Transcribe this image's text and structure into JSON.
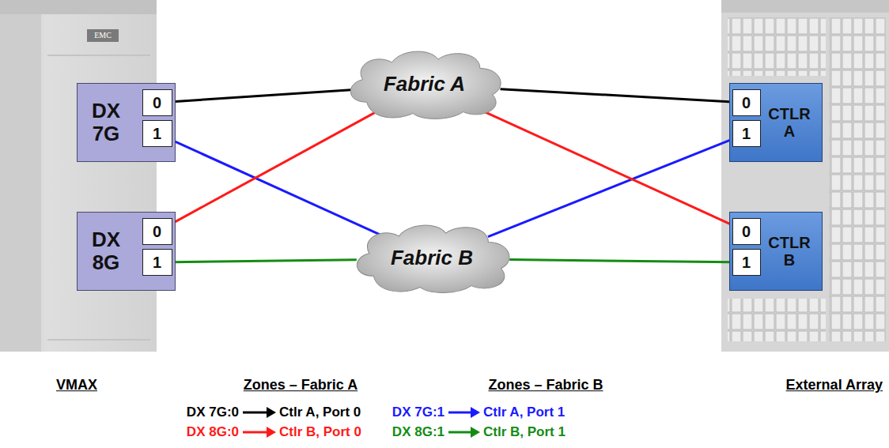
{
  "diagram": {
    "nodes": [
      {
        "text": [
          "DX 7G"
        ]
      },
      {
        "text": [
          "0"
        ],
        "in": 0
      },
      {
        "text": [
          "1"
        ],
        "in": 0
      },
      {
        "text": [
          "DX 8G"
        ]
      },
      {
        "text": [
          "0"
        ],
        "in": 3
      },
      {
        "text": [
          "1"
        ],
        "in": 3
      },
      {
        "text": [
          "Fabric A"
        ]
      },
      {
        "text": [
          "Fabric B"
        ]
      },
      {
        "text": [
          "CTLR A"
        ]
      },
      {
        "text": [
          "0"
        ],
        "in": 8
      },
      {
        "text": [
          "1"
        ],
        "in": 8
      },
      {
        "text": [
          "CTLR B"
        ]
      },
      {
        "text": [
          "0"
        ],
        "in": 11
      },
      {
        "text": [
          "1"
        ],
        "in": 11
      }
    ],
    "edges": [
      {
        "from": 1,
        "to": 6,
        "arrow": "none"
      },
      {
        "from": 6,
        "to": 9,
        "arrow": "none"
      },
      {
        "from": 2,
        "to": 7,
        "arrow": "none"
      },
      {
        "from": 7,
        "to": 10,
        "arrow": "none"
      },
      {
        "from": 4,
        "to": 6,
        "arrow": "none"
      },
      {
        "from": 6,
        "to": 12,
        "arrow": "none"
      },
      {
        "from": 5,
        "to": 7,
        "arrow": "none"
      },
      {
        "from": 7,
        "to": 13,
        "arrow": "none"
      }
    ],
    "labels": [
      "EMC",
      "VMAX",
      "Zones – Fabric A",
      "Zones – Fabric B",
      "External Array",
      "DX 7G:0",
      "Ctlr A, Port 0",
      "DX 7G:1",
      "Ctlr A, Port 1",
      "DX 8G:0",
      "Ctlr B, Port 0",
      "DX 8G:1",
      "Ctlr B, Port 1"
    ]
  }
}
